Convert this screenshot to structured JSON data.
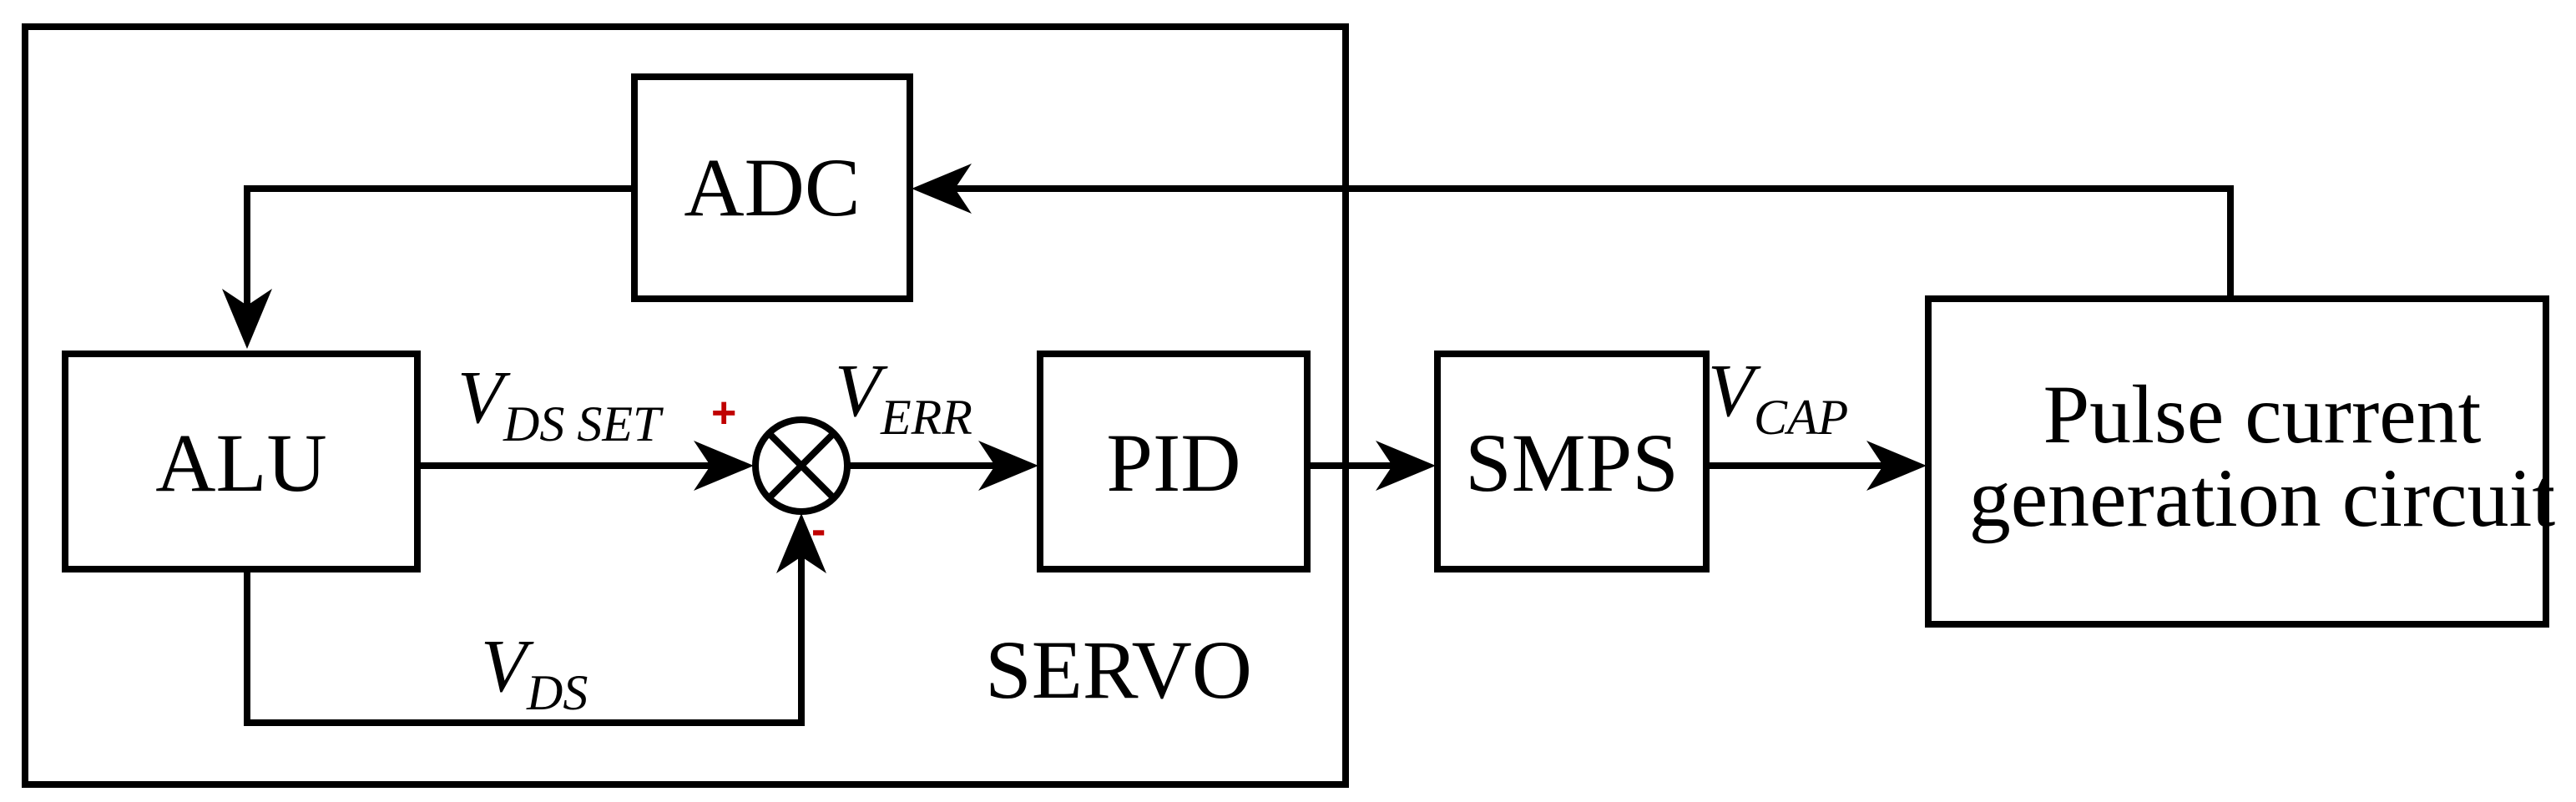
{
  "colors": {
    "line": "#000000",
    "servo_label": "#E8712B",
    "sign_marks": "#C00000"
  },
  "blocks": {
    "adc": "ADC",
    "alu": "ALU",
    "pid": "PID",
    "smps": "SMPS",
    "pulse_line1": "Pulse current",
    "pulse_line2": "generation circuit"
  },
  "group_label": "SERVO",
  "signals": {
    "vds_set": {
      "main": "V",
      "sub": "DS SET"
    },
    "verr": {
      "main": "V",
      "sub": "ERR"
    },
    "vds": {
      "main": "V",
      "sub": "DS"
    },
    "vcap": {
      "main": "V",
      "sub": "CAP"
    }
  },
  "summing_junction": {
    "plus": "+",
    "minus": "-"
  }
}
